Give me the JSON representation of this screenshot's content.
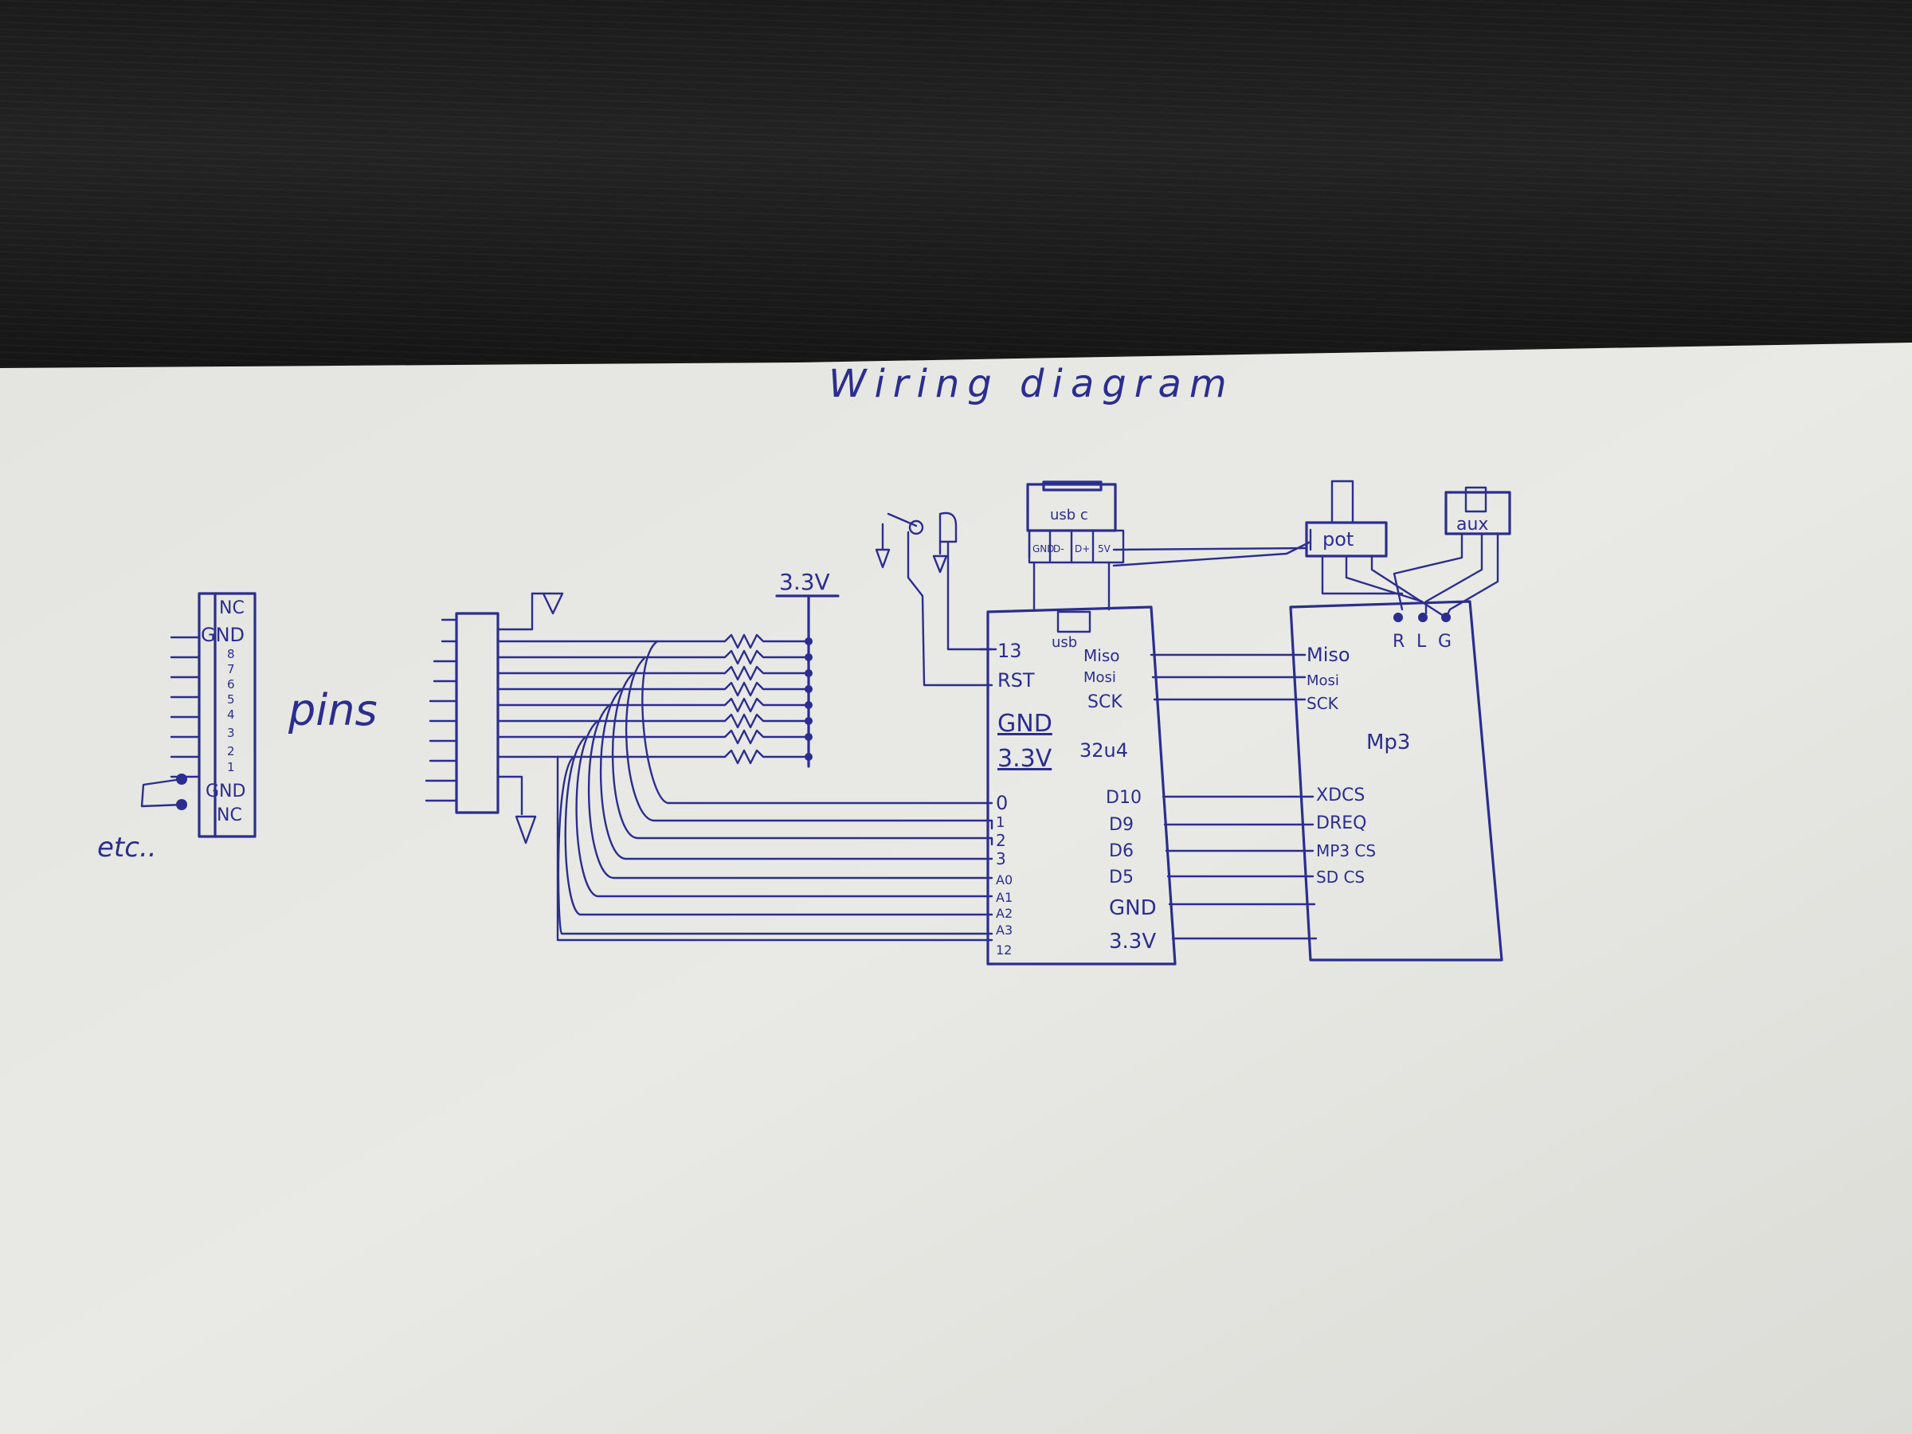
{
  "diagram": {
    "title": "Wiring diagram",
    "keypad": {
      "labels": [
        "NC",
        "GND",
        "8",
        "7",
        "6",
        "5",
        "4",
        "3",
        "2",
        "1",
        "GND",
        "NC"
      ],
      "note": "etc.."
    },
    "pins_label": "pins",
    "supply_label": "3.3V",
    "usb_c": {
      "label": "usb c",
      "pins": [
        "GND",
        "D-",
        "D+",
        "5V"
      ]
    },
    "pot_label": "pot",
    "aux_label": "aux",
    "rlg_labels": [
      "R",
      "L",
      "G"
    ],
    "mcu": {
      "usb_label": "usb",
      "chip_label": "32u4",
      "left_pins": [
        "13",
        "RST",
        "GND",
        "3.3V",
        "0",
        "1",
        "2",
        "3",
        "A0",
        "A1",
        "A2",
        "A3",
        "12"
      ],
      "right_pins": [
        "Miso",
        "Mosi",
        "SCK",
        "D10",
        "D9",
        "D6",
        "D5",
        "GND",
        "3.3V"
      ]
    },
    "mp3": {
      "label": "Mp3",
      "pins": [
        "Miso",
        "Mosi",
        "SCK",
        "XDCS",
        "DREQ",
        "MP3 CS",
        "SD CS"
      ]
    }
  }
}
